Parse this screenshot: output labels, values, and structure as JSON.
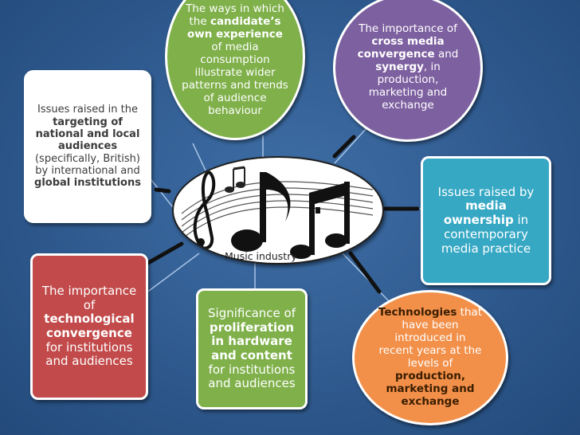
{
  "center": {
    "label": "Music industry"
  },
  "nodes": {
    "candidate": {
      "t1": "The ways in which the ",
      "b1": "candidate’s own experience",
      "t2": " of media consumption illustrate wider patterns and trends of audience behaviour"
    },
    "cross": {
      "t1": "The importance of ",
      "b1": "cross media convergence",
      "t2": " and ",
      "b2": "synergy",
      "t3": ", in production, marketing and exchange"
    },
    "targeting": {
      "t1": "Issues raised in the ",
      "b1": "targeting of national and local audiences",
      "t2": " (specifically, British) by international and ",
      "b2": "global institutions"
    },
    "ownership": {
      "t1": "Issues raised by ",
      "b1": "media ownership",
      "t2": " in contemporary media practice"
    },
    "techconv": {
      "t1": "The importance of ",
      "b1": "technological convergence",
      "t2": " for institutions and audiences"
    },
    "prolif": {
      "t1": "Significance of ",
      "b1": "proliferation in hardware and content",
      "t2": " for institutions and audiences"
    },
    "tech": {
      "b1": "Technologies",
      "t1": " that have been introduced in recent years at the levels of ",
      "b2": "production, marketing and exchange"
    }
  },
  "colors": {
    "background": "#2f5a8f",
    "green": "#7fb04a",
    "purple": "#7d60a0",
    "cyan": "#36a8c4",
    "red": "#c24a4a",
    "orange": "#f2904a",
    "white": "#ffffff"
  },
  "icons": [
    "music-notes-icon",
    "treble-clef-icon"
  ]
}
